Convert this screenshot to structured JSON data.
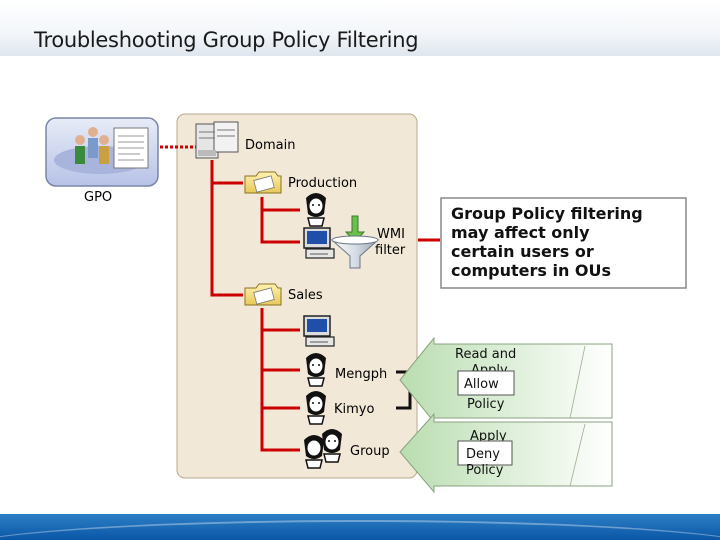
{
  "slide": {
    "title": "Troubleshooting Group Policy Filtering"
  },
  "gpo": {
    "label": "GPO"
  },
  "tree": {
    "domain": "Domain",
    "production": "Production",
    "wmi_line1": "WMI",
    "wmi_line2": "filter",
    "sales": "Sales",
    "user_mengph": "Mengph",
    "user_kimyo": "Kimyo",
    "group": "Group"
  },
  "callout": {
    "line1": "Group Policy filtering",
    "line2": "may affect only",
    "line3": "certain users or",
    "line4": "computers in OUs"
  },
  "permission_allow": {
    "line1": "Read and",
    "line2": "Apply",
    "badge": "Allow",
    "line3": "Policy"
  },
  "permission_deny": {
    "line1": "Apply",
    "badge": "Deny",
    "line2": "Policy"
  },
  "colors": {
    "tree_line": "#cc0000",
    "ou_panel": "#f2e8d8",
    "callout_border": "#888888",
    "footer": "#0a56a6"
  }
}
